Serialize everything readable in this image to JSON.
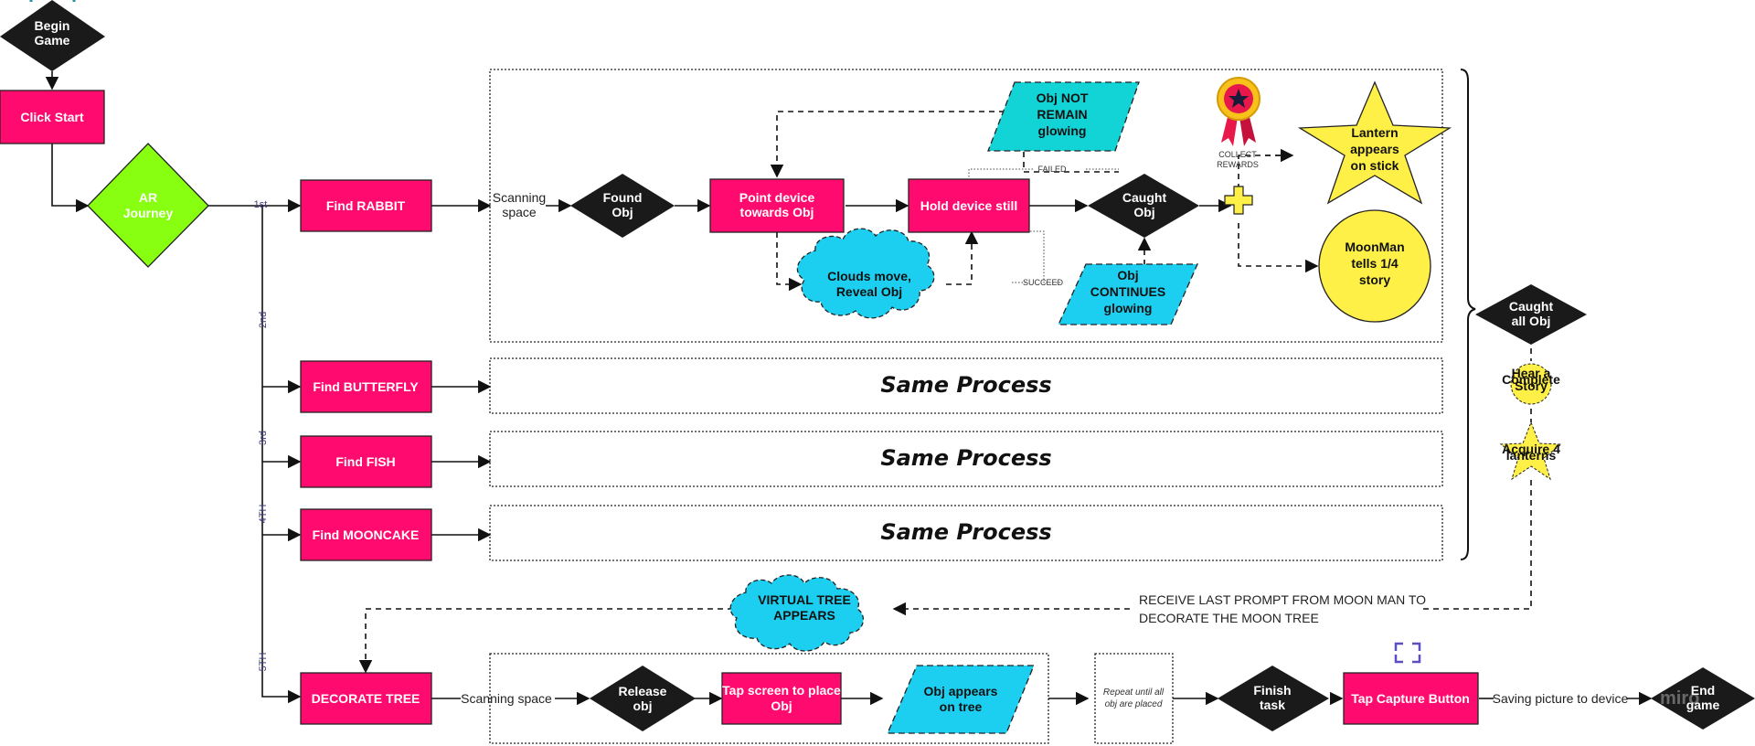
{
  "colors": {
    "magenta": "#ff0a6e",
    "green": "#88ff11",
    "black": "#1a1a1a",
    "cyan": "#1ccff0",
    "teal": "#12d3d6",
    "yellow": "#fff047",
    "purple_note": "#3a3a7a"
  },
  "nodes": {
    "begin_game": "Begin\nGame",
    "click_start": "Click Start",
    "ar_journey": "AR\nJourney",
    "find_rabbit": "Find RABBIT",
    "found_obj": "Found\nObj",
    "point_device": "Point device\ntowards Obj",
    "hold_device": "Hold device still",
    "caught_obj": "Caught\nObj",
    "clouds": "Clouds move,\nReveal Obj",
    "obj_not_remain": "Obj NOT\nREMAIN\nglowing",
    "obj_continues": "Obj\nCONTINUES\nglowing",
    "lantern": "Lantern\nappears\non stick",
    "moonman": "MoonMan\ntells 1/4\nstory",
    "caught_all": "Caught\nall Obj",
    "hear_story": "Hear a\nComplete\nStory",
    "acquire_lanterns": "Acquire 4\nlanterns",
    "find_butterfly": "Find BUTTERFLY",
    "find_fish": "Find FISH",
    "find_mooncake": "Find MOONCAKE",
    "virtual_tree": "VIRTUAL TREE\nAPPEARS",
    "decorate_tree": "DECORATE TREE",
    "release_obj": "Release\nobj",
    "tap_place": "Tap screen to place\nObj",
    "obj_appears": "Obj appears\non tree",
    "repeat_note": "Repeat until all\nobj are placed",
    "finish_task": "Finish\ntask",
    "tap_capture": "Tap Capture Button",
    "end_game": "End\ngame"
  },
  "labels": {
    "scanning_space_1": "Scanning\nspace",
    "scanning_space_2": "Scanning space",
    "failed": "FAILED",
    "succeed": "SUCCEED",
    "collect_rewards": "COLLECT\nREWARDS",
    "same_process": "Same Process",
    "receive_prompt": "RECEIVE LAST PROMPT FROM MOON MAN TO\nDECORATE THE MOON TREE",
    "saving_picture": "Saving picture to device",
    "branch_1st": "1st",
    "branch_2nd": "2nd",
    "branch_3rd": "3rd",
    "branch_4th": "4TH",
    "branch_5th": "5TH"
  },
  "watermark": "miro",
  "icons": [
    "award-ribbon-icon",
    "plus-icon",
    "capture-frame-icon"
  ]
}
